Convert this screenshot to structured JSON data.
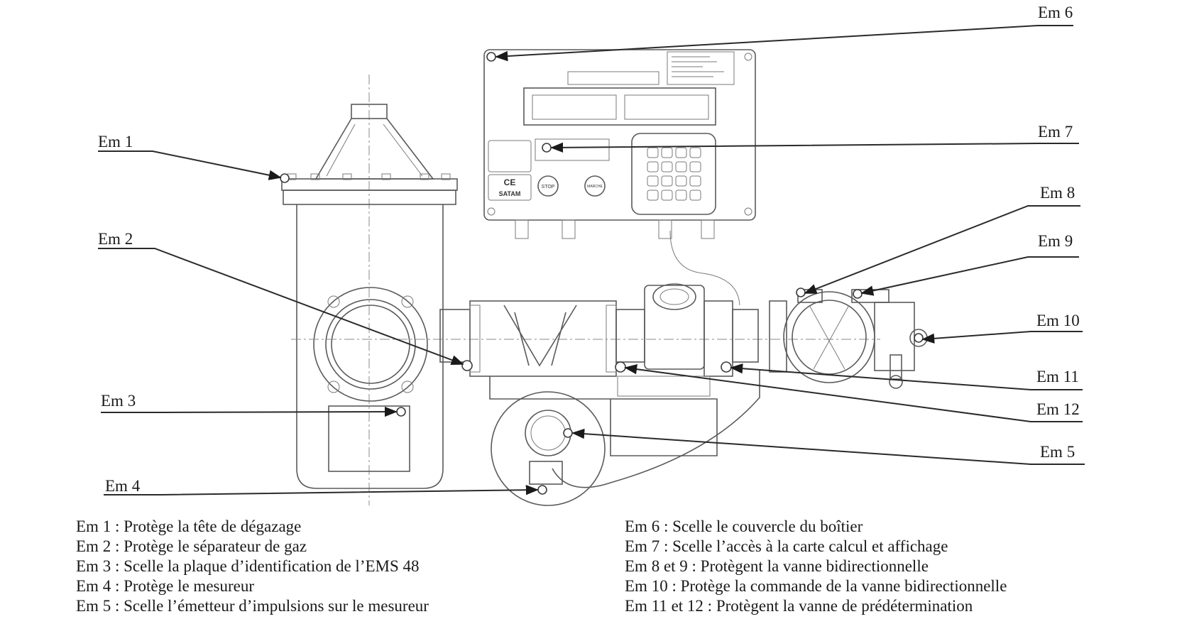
{
  "callouts": {
    "em1": "Em 1",
    "em2": "Em 2",
    "em3": "Em 3",
    "em4": "Em 4",
    "em5": "Em 5",
    "em6": "Em 6",
    "em7": "Em 7",
    "em8": "Em 8",
    "em9": "Em 9",
    "em10": "Em 10",
    "em11": "Em 11",
    "em12": "Em 12"
  },
  "panel": {
    "ce_mark": "CE",
    "brand": "SATAM",
    "button_stop": "STOP",
    "button_marche": "MARCHE"
  },
  "legend": {
    "left": [
      "Em 1 : Protège la tête de dégazage",
      "Em 2 : Protège le séparateur de gaz",
      "Em 3 : Scelle la plaque d’identification de l’EMS 48",
      "Em 4 : Protège le mesureur",
      "Em 5 : Scelle l’émetteur d’impulsions sur le mesureur"
    ],
    "right": [
      "Em 6 : Scelle le couvercle du boîtier",
      "Em 7 : Scelle l’accès à la carte calcul et affichage",
      "Em 8 et 9 : Protègent la vanne bidirectionnelle",
      "Em 10 : Protège la commande de la vanne bidirectionnelle",
      "Em 11 et 12 : Protègent la vanne de prédétermination"
    ]
  }
}
